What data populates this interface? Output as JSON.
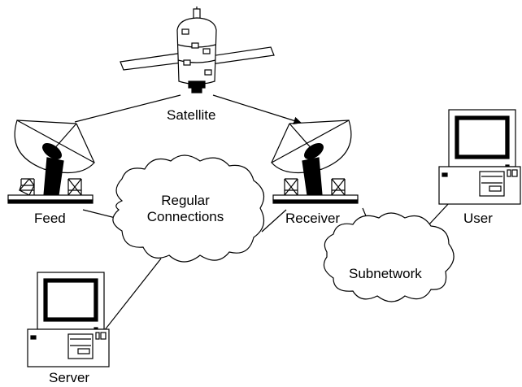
{
  "diagram": {
    "nodes": {
      "satellite": {
        "label": "Satellite",
        "icon": "satellite-icon"
      },
      "feed": {
        "label": "Feed",
        "icon": "satellite-dish-icon"
      },
      "receiver": {
        "label": "Receiver",
        "icon": "satellite-dish-icon"
      },
      "user": {
        "label": "User",
        "icon": "desktop-computer-icon"
      },
      "server": {
        "label": "Server",
        "icon": "desktop-computer-icon"
      },
      "regular_connections": {
        "label_line1": "Regular",
        "label_line2": "Connections",
        "icon": "cloud-icon"
      },
      "subnetwork": {
        "label": "Subnetwork",
        "icon": "cloud-icon"
      }
    },
    "edges": [
      {
        "from": "satellite",
        "to": "feed",
        "style": "line"
      },
      {
        "from": "satellite",
        "to": "receiver",
        "style": "arrow"
      },
      {
        "from": "feed",
        "to": "regular_connections",
        "style": "line"
      },
      {
        "from": "regular_connections",
        "to": "receiver",
        "style": "line"
      },
      {
        "from": "regular_connections",
        "to": "server",
        "style": "line"
      },
      {
        "from": "receiver",
        "to": "subnetwork",
        "style": "line"
      },
      {
        "from": "subnetwork",
        "to": "user",
        "style": "line"
      }
    ],
    "colors": {
      "stroke": "#000000",
      "fill": "#ffffff"
    }
  }
}
